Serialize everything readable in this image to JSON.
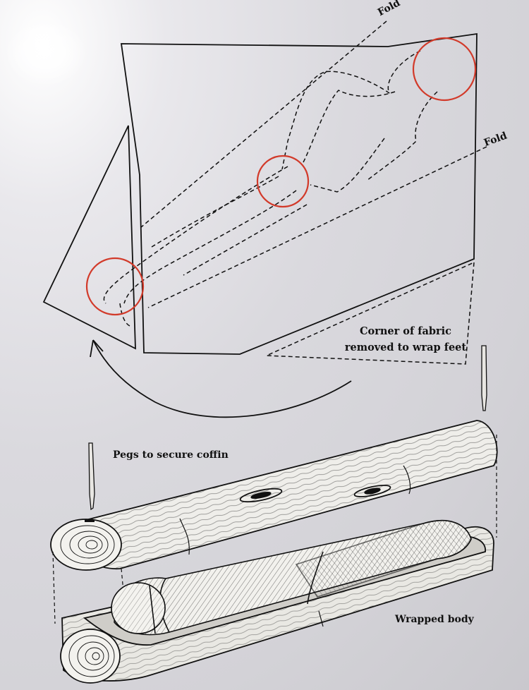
{
  "labels": {
    "fold_top": "Fold",
    "fold_right": "Fold",
    "corner_line1": "Corner of fabric",
    "corner_line2": "removed to wrap feet",
    "pegs": "Pegs to secure coffin",
    "wrapped_body": "Wrapped body"
  },
  "colors": {
    "line": "#111111",
    "highlight_circle": "#d23a2a",
    "background": "#d7d6db"
  }
}
